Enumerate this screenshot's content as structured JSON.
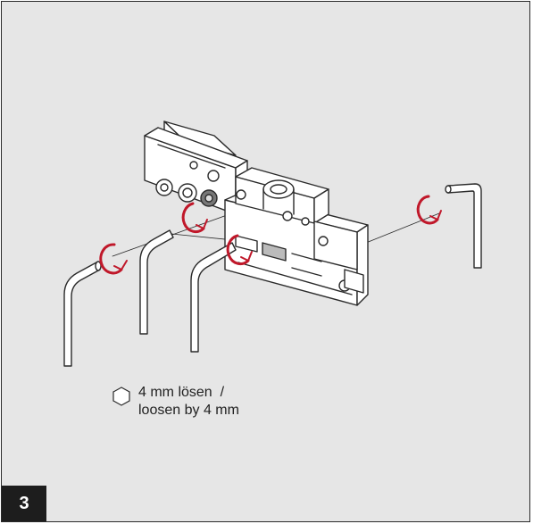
{
  "instruction": {
    "tool_icon": "hex-key-icon",
    "line1": "4 mm lösen  /",
    "line2": "loosen by 4 mm"
  },
  "step_number": "3",
  "colors": {
    "background": "#e6e6e6",
    "arrow_red": "#c0182a",
    "badge": "#1d1d1d",
    "line": "#2a2a2a"
  },
  "parts": {
    "hex_keys": 4,
    "rotation_arrows": 4
  }
}
